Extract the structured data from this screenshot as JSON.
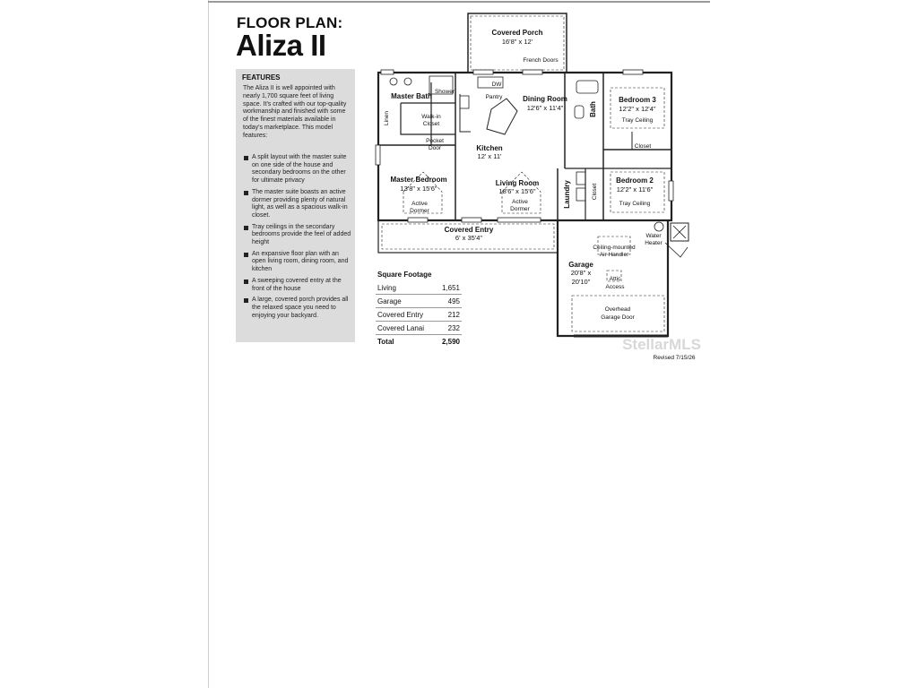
{
  "header": {
    "pretitle": "FLOOR PLAN:",
    "title": "Aliza II"
  },
  "features": {
    "heading": "FEATURES",
    "intro": "The Aliza II is well appointed with nearly 1,700 square feet of living space. It's crafted with our top-quality workmanship and finished with some of the finest materials available in today's marketplace. This model features:",
    "bullets": [
      "A split layout with the master suite on one side of the house and secondary bedrooms on the other for ultimate privacy",
      "The master suite boasts an active dormer providing plenty of natural light, as well as a spacious walk-in closet.",
      "Tray ceilings in the secondary bedrooms provide the feel of added height",
      "An expansive floor plan with an open living room, dining room, and kitchen",
      "A sweeping covered entry at the front of the house",
      "A large, covered porch provides all the relaxed space you need to enjoying your backyard."
    ]
  },
  "square_footage": {
    "heading": "Square Footage",
    "rows": [
      {
        "label": "Living",
        "value": "1,651"
      },
      {
        "label": "Garage",
        "value": "495"
      },
      {
        "label": "Covered Entry",
        "value": "212"
      },
      {
        "label": "Covered Lanai",
        "value": "232"
      }
    ],
    "total": {
      "label": "Total",
      "value": "2,590"
    }
  },
  "plan": {
    "covered_porch": {
      "name": "Covered Porch",
      "dims": "16'8\" x 12'"
    },
    "french_doors": "French Doors",
    "master_bath": "Master Bath",
    "shower": "Shower",
    "pantry": "Pantry",
    "dw": "DW",
    "walkin_closet": [
      "Walk-in",
      "Closet"
    ],
    "linen": "Linen",
    "pocket_door": [
      "Pocket",
      "Door"
    ],
    "dining_room": {
      "name": "Dining Room",
      "dims": "12'6\" x 11'4\""
    },
    "bath": "Bath",
    "bedroom3": {
      "name": "Bedroom 3",
      "dims": "12'2\" x 12'4\"",
      "note": "Tray Ceiling"
    },
    "closet": "Closet",
    "kitchen": {
      "name": "Kitchen",
      "dims": "12' x 11'"
    },
    "master_bedroom": {
      "name": "Master Bedroom",
      "dims": "13'8\" x 15'6\"",
      "note": [
        "Active",
        "Dormer"
      ]
    },
    "living_room": {
      "name": "Living Room",
      "dims": "18'6\" x 15'6\"",
      "note": [
        "Active",
        "Dormer"
      ]
    },
    "laundry": "Laundry",
    "closet2": "Closet",
    "bedroom2": {
      "name": "Bedroom 2",
      "dims": "12'2\" x 11'6\"",
      "note": "Tray Ceiling"
    },
    "covered_entry": {
      "name": "Covered Entry",
      "dims": "6' x 35'4\""
    },
    "water_heater": [
      "Water",
      "Heater"
    ],
    "air_handler": [
      "Ceiling-mounted",
      "Air Handler"
    ],
    "garage": {
      "name": "Garage",
      "dims": [
        "20'8\" x",
        "20'10\""
      ]
    },
    "attic": [
      "Attic",
      "Access"
    ],
    "garage_door": [
      "Overhead",
      "Garage Door"
    ],
    "watermark": "StellarMLS",
    "revised": "Revised 7/15/26"
  }
}
